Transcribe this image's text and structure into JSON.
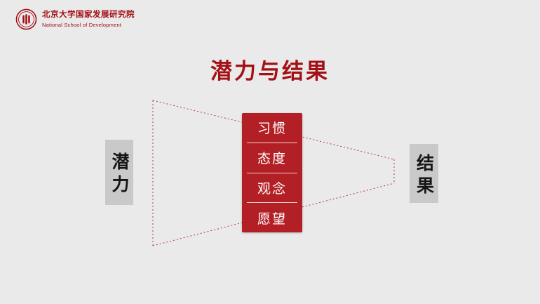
{
  "colors": {
    "background": "#eaeaea",
    "accent_red": "#a30f15",
    "center_box_red": "#b21f24",
    "side_box_gray": "#c9c9c9",
    "dotted_line_red": "#b5393c"
  },
  "logo": {
    "org_cn": "北京大学国家发展研究院",
    "org_en": "National School of Development"
  },
  "title": "潜力与结果",
  "diagram": {
    "left_label": "潜力",
    "right_label": "结果",
    "factors": [
      "习惯",
      "态度",
      "观念",
      "愿望"
    ]
  }
}
